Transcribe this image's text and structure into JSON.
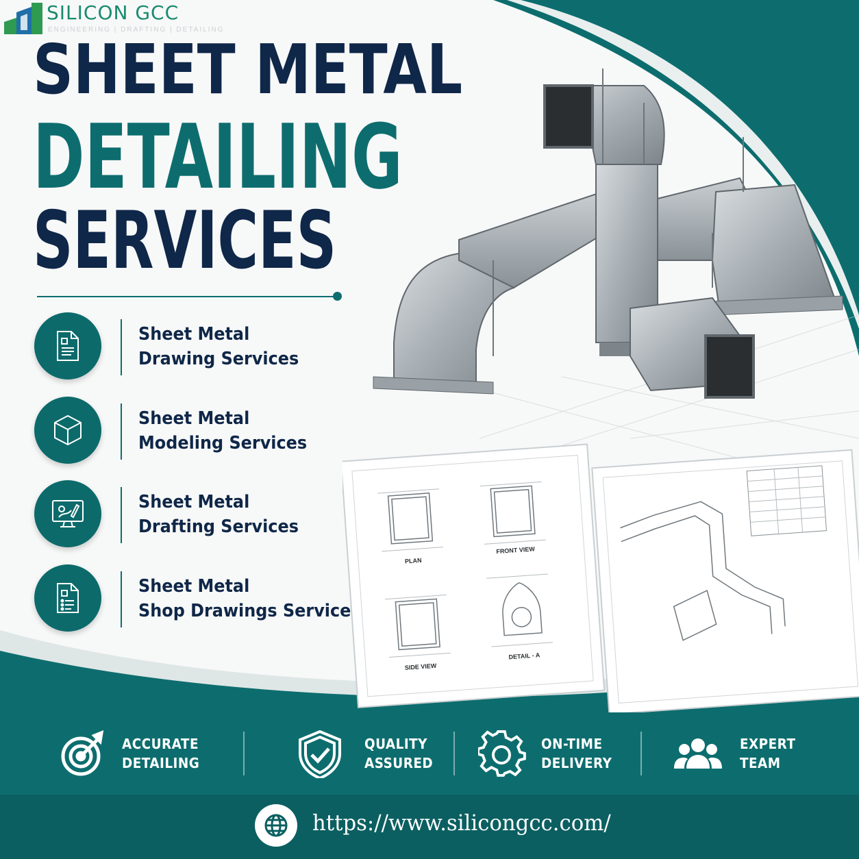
{
  "brand": {
    "name": "SILICON GCC",
    "tagline": "ENGINEERING  |  DRAFTING  |  DETAILING"
  },
  "headline": {
    "line1": "SHEET METAL",
    "line2": "DETAILING",
    "line3": "SERVICES"
  },
  "services": [
    {
      "line1": "Sheet Metal",
      "line2": "Drawing Services",
      "icon": "document-icon"
    },
    {
      "line1": "Sheet Metal",
      "line2": "Modeling Services",
      "icon": "cube-icon"
    },
    {
      "line1": "Sheet Metal",
      "line2": "Drafting Services",
      "icon": "monitor-design-icon"
    },
    {
      "line1": "Sheet Metal",
      "line2": "Shop Drawings Services",
      "icon": "document-list-icon"
    }
  ],
  "drawings": {
    "sheet1": {
      "plan": "PLAN",
      "front_view": "FRONT VIEW",
      "side_view": "SIDE VIEW",
      "detail": "DETAIL - A"
    }
  },
  "features": [
    {
      "line1": "ACCURATE",
      "line2": "DETAILING",
      "icon": "target-icon"
    },
    {
      "line1": "QUALITY",
      "line2": "ASSURED",
      "icon": "shield-check-icon"
    },
    {
      "line1": "ON-TIME",
      "line2": "DELIVERY",
      "icon": "gear-icon"
    },
    {
      "line1": "EXPERT",
      "line2": "TEAM",
      "icon": "team-icon"
    }
  ],
  "footer": {
    "url": "https://www.silicongcc.com/",
    "icon": "globe-icon"
  },
  "colors": {
    "navy": "#0f2748",
    "teal": "#0d6d6e",
    "teal_dark": "#0b5f61",
    "background": "#f7f8f8"
  }
}
